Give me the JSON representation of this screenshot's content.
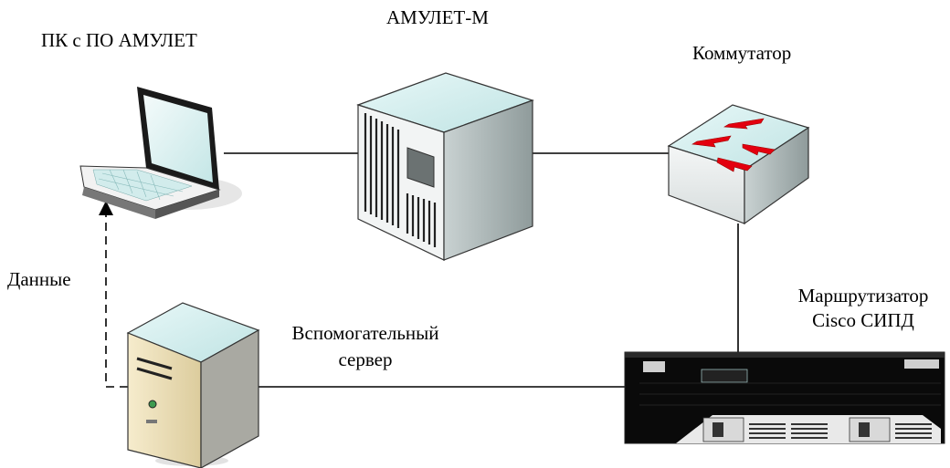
{
  "labels": {
    "pc": "ПК с ПО АМУЛЕТ",
    "amulet": "АМУЛЕТ-М",
    "switch": "Коммутатор",
    "router_line1": "Маршрутизатор",
    "router_line2": "Cisco СИПД",
    "aux_line1": "Вспомогательный",
    "aux_line2": "сервер",
    "data_flow": "Данные"
  },
  "colors": {
    "body_top": "#d6eeee",
    "body_side": "#9aa6a6",
    "arrow": "#e3000f",
    "router_body": "#0a0a0a",
    "server_beige": "#e9dcb3"
  },
  "icons": {
    "laptop": "laptop-icon",
    "tower": "tower-server-icon",
    "switch": "network-switch-icon",
    "router": "router-chassis-icon",
    "server": "beige-server-icon"
  }
}
